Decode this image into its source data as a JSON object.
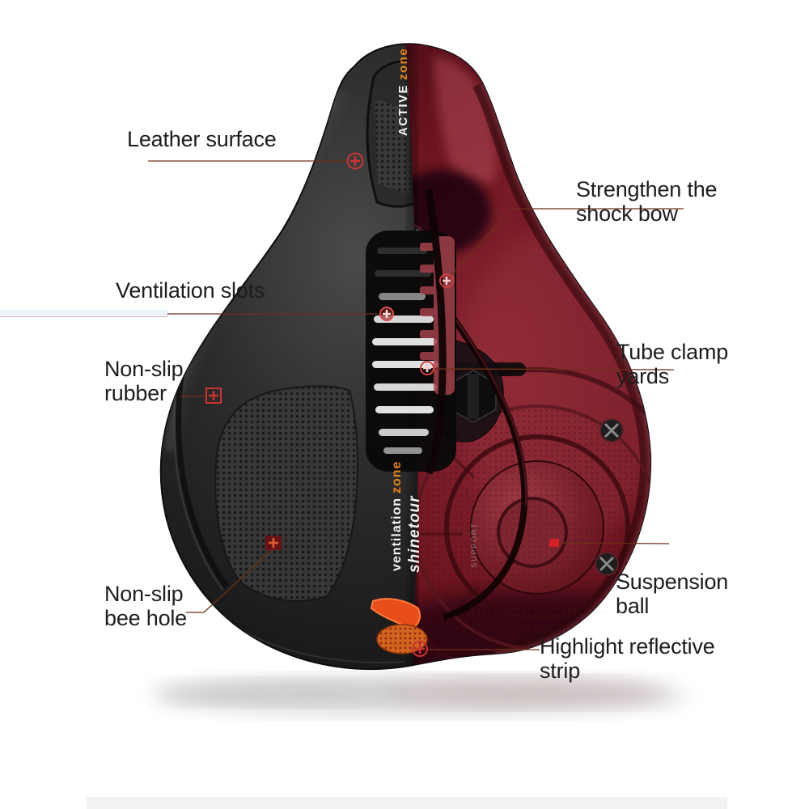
{
  "saddle_branding": {
    "top_label_active": "ACTIVE",
    "top_label_zone": "zone",
    "side_label_ventilation": "ventilation",
    "side_label_zone": "zone",
    "side_label_brand": "shinetour",
    "support_label": "SUPPORT"
  },
  "annotations": [
    {
      "id": "leather-surface",
      "label": "Leather surface"
    },
    {
      "id": "strengthen-shock-bow",
      "label": "Strengthen the\nshock bow"
    },
    {
      "id": "ventilation-slots",
      "label": "Ventilation slots"
    },
    {
      "id": "non-slip-rubber",
      "label": "Non-slip\nrubber"
    },
    {
      "id": "tube-clamp-yards",
      "label": "Tube clamp\nyards"
    },
    {
      "id": "suspension-ball",
      "label": "Suspension\nball"
    },
    {
      "id": "non-slip-bee-hole",
      "label": "Non-slip\nbee hole"
    },
    {
      "id": "highlight-reflective-strip",
      "label": "Highlight reflective\nstrip"
    }
  ],
  "colors": {
    "label_text": "#1d1d1d",
    "leader_line": "#6f3018",
    "marker_red": "#cc3333",
    "saddle_black": "#232323",
    "shell_red": "#6e1420",
    "accent_orange": "#e8821a",
    "reflective_orange": "#e84d1b",
    "bottom_bar_gray": "#f2f2f2"
  }
}
